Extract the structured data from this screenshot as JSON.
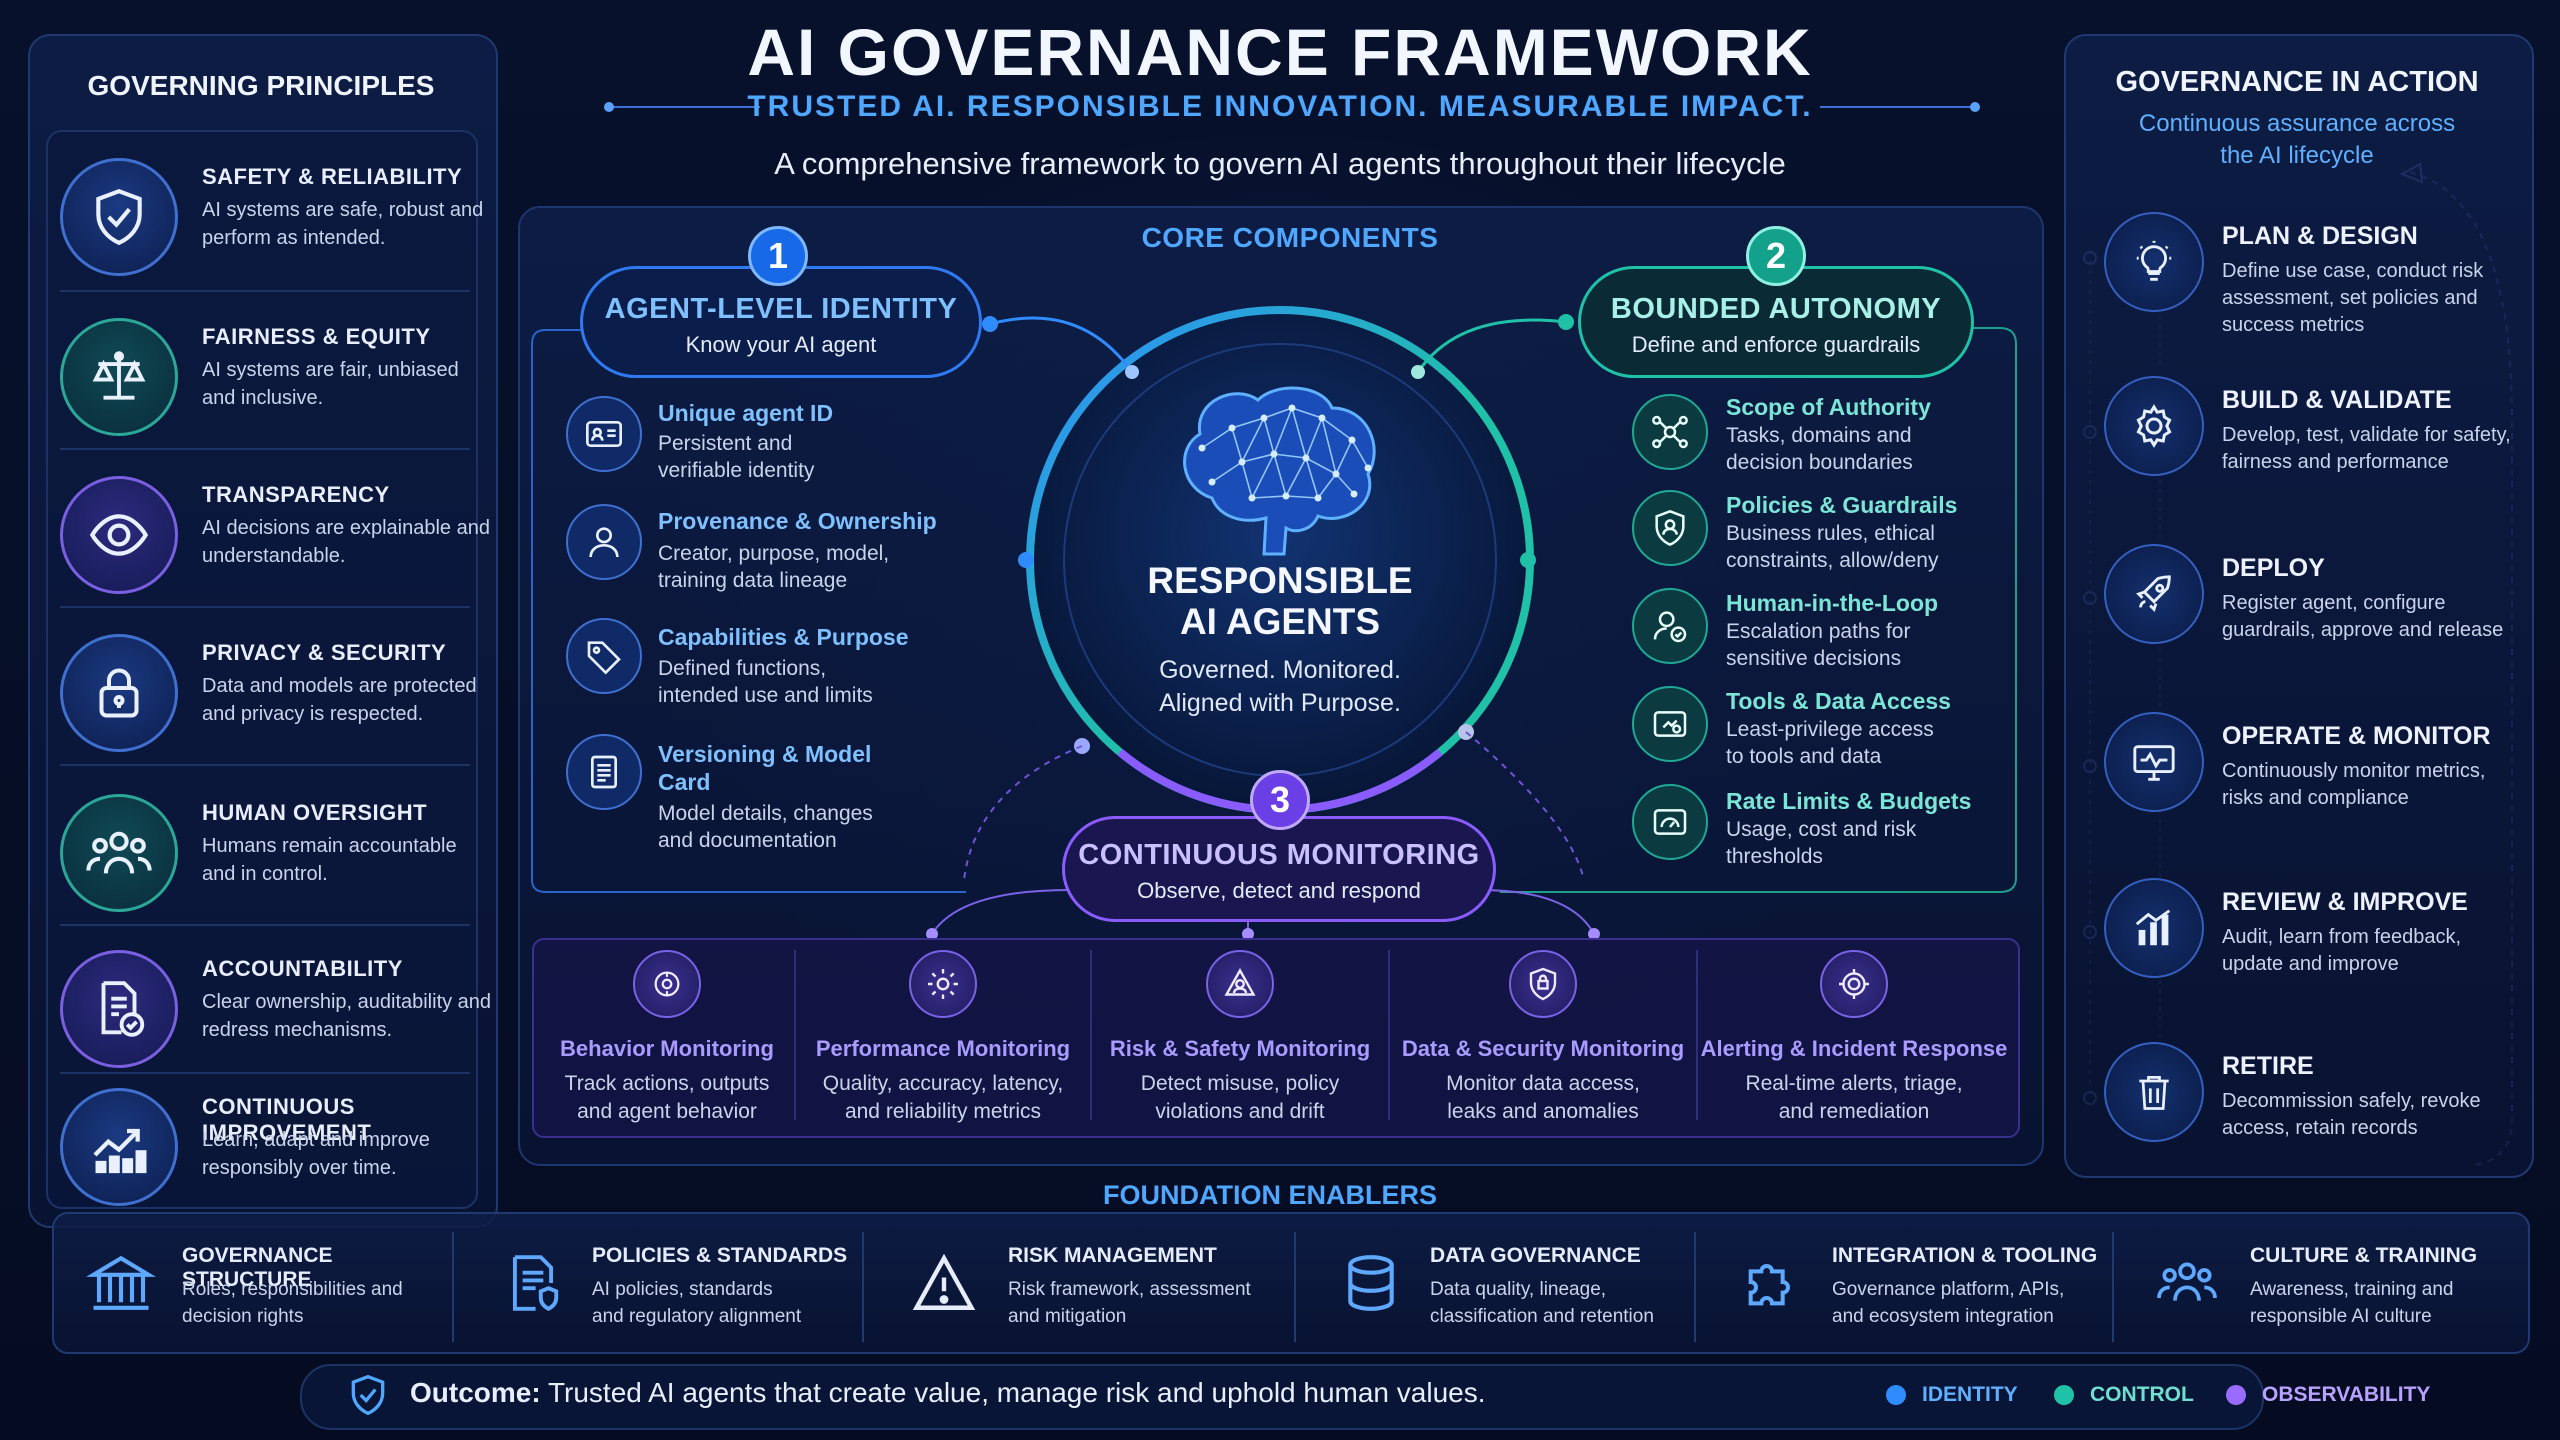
{
  "header": {
    "title": "AI GOVERNANCE FRAMEWORK",
    "tagline": "TRUSTED AI. RESPONSIBLE INNOVATION. MEASURABLE IMPACT.",
    "subtitle": "A comprehensive framework to govern AI agents throughout their lifecycle"
  },
  "principles": {
    "title": "GOVERNING PRINCIPLES",
    "items": [
      {
        "title": "SAFETY & RELIABILITY",
        "text": "AI systems are safe, robust and perform as intended.",
        "icon": "shield-check-icon"
      },
      {
        "title": "FAIRNESS & EQUITY",
        "text": "AI systems are fair, unbiased and inclusive.",
        "icon": "scales-icon"
      },
      {
        "title": "TRANSPARENCY",
        "text": "AI decisions are explainable and understandable.",
        "icon": "eye-icon"
      },
      {
        "title": "PRIVACY & SECURITY",
        "text": "Data and models are protected and privacy is respected.",
        "icon": "lock-icon"
      },
      {
        "title": "HUMAN OVERSIGHT",
        "text": "Humans remain accountable and in control.",
        "icon": "people-icon"
      },
      {
        "title": "ACCOUNTABILITY",
        "text": "Clear ownership, auditability and redress mechanisms.",
        "icon": "document-check-icon"
      },
      {
        "title": "CONTINUOUS IMPROVEMENT",
        "text": "Learn, adapt and improve responsibly over time.",
        "icon": "trend-chart-icon"
      }
    ]
  },
  "core": {
    "title": "CORE COMPONENTS",
    "center_title_1": "RESPONSIBLE",
    "center_title_2": "AI AGENTS",
    "center_sub_1": "Governed. Monitored.",
    "center_sub_2": "Aligned with Purpose.",
    "identity": {
      "number": "1",
      "title": "AGENT-LEVEL IDENTITY",
      "subtitle": "Know your AI agent",
      "items": [
        {
          "title": "Unique agent ID",
          "text_1": "Persistent and",
          "text_2": "verifiable identity",
          "icon": "id-card-icon"
        },
        {
          "title": "Provenance & Ownership",
          "text_1": "Creator, purpose, model,",
          "text_2": "training data lineage",
          "icon": "user-icon"
        },
        {
          "title": "Capabilities & Purpose",
          "text_1": "Defined functions,",
          "text_2": "intended use and limits",
          "icon": "tag-icon"
        },
        {
          "title_1": "Versioning & Model",
          "title_2": "Card",
          "text_1": "Model details, changes",
          "text_2": "and documentation",
          "icon": "document-icon"
        }
      ]
    },
    "autonomy": {
      "number": "2",
      "title": "BOUNDED AUTONOMY",
      "subtitle": "Define and enforce guardrails",
      "items": [
        {
          "title": "Scope of Authority",
          "text_1": "Tasks, domains and",
          "text_2": "decision boundaries",
          "icon": "network-icon"
        },
        {
          "title": "Policies & Guardrails",
          "text_1": "Business rules, ethical",
          "text_2": "constraints, allow/deny",
          "icon": "shield-user-icon"
        },
        {
          "title": "Human-in-the-Loop",
          "text_1": "Escalation paths for",
          "text_2": "sensitive decisions",
          "icon": "person-check-icon"
        },
        {
          "title": "Tools & Data Access",
          "text_1": "Least-privilege access",
          "text_2": "to tools and data",
          "icon": "tools-icon"
        },
        {
          "title": "Rate Limits & Budgets",
          "text_1": "Usage, cost and risk",
          "text_2": "thresholds",
          "icon": "gauge-icon"
        }
      ]
    },
    "monitoring": {
      "number": "3",
      "title": "CONTINUOUS MONITORING",
      "subtitle": "Observe, detect and respond",
      "items": [
        {
          "title": "Behavior Monitoring",
          "text_1": "Track actions, outputs",
          "text_2": "and agent behavior",
          "icon": "target-icon"
        },
        {
          "title": "Performance Monitoring",
          "text_1": "Quality, accuracy, latency,",
          "text_2": "and reliability metrics",
          "icon": "gear-check-icon"
        },
        {
          "title": "Risk & Safety Monitoring",
          "text_1": "Detect misuse, policy",
          "text_2": "violations and drift",
          "icon": "alert-icon"
        },
        {
          "title": "Data & Security Monitoring",
          "text_1": "Monitor data access,",
          "text_2": "leaks and anomalies",
          "icon": "shield-icon"
        },
        {
          "title": "Alerting & Incident Response",
          "text_1": "Real-time alerts, triage,",
          "text_2": "and remediation",
          "icon": "gear-icon"
        }
      ]
    }
  },
  "lifecycle": {
    "title": "GOVERNANCE IN ACTION",
    "subtitle_1": "Continuous assurance across",
    "subtitle_2": "the AI lifecycle",
    "steps": [
      {
        "title": "PLAN & DESIGN",
        "text": "Define use case, conduct risk assessment, set policies and success metrics",
        "icon": "lightbulb-icon"
      },
      {
        "title": "BUILD & VALIDATE",
        "text": "Develop, test, validate for safety, fairness and performance",
        "icon": "gear-icon"
      },
      {
        "title": "DEPLOY",
        "text": "Register agent, configure guardrails, approve and release",
        "icon": "rocket-icon"
      },
      {
        "title": "OPERATE & MONITOR",
        "text": "Continuously monitor metrics, risks and compliance",
        "icon": "monitor-pulse-icon"
      },
      {
        "title": "REVIEW & IMPROVE",
        "text": "Audit, learn from feedback, update and improve",
        "icon": "bar-chart-icon"
      },
      {
        "title": "RETIRE",
        "text": "Decommission safely, revoke access, retain records",
        "icon": "trash-icon"
      }
    ]
  },
  "foundation": {
    "title": "FOUNDATION ENABLERS",
    "items": [
      {
        "title": "GOVERNANCE STRUCTURE",
        "text_1": "Roles, responsibilities and",
        "text_2": "decision rights",
        "icon": "building-icon"
      },
      {
        "title": "POLICIES & STANDARDS",
        "text_1": "AI policies, standards",
        "text_2": "and regulatory alignment",
        "icon": "policy-document-icon"
      },
      {
        "title": "RISK MANAGEMENT",
        "text_1": "Risk framework, assessment",
        "text_2": "and mitigation",
        "icon": "warning-icon"
      },
      {
        "title": "DATA GOVERNANCE",
        "text_1": "Data quality, lineage,",
        "text_2": "classification and retention",
        "icon": "database-icon"
      },
      {
        "title": "INTEGRATION & TOOLING",
        "text_1": "Governance platform, APIs,",
        "text_2": "and ecosystem integration",
        "icon": "puzzle-icon"
      },
      {
        "title": "CULTURE & TRAINING",
        "text_1": "Awareness, training and",
        "text_2": "responsible AI culture",
        "icon": "people-icon"
      }
    ]
  },
  "footer": {
    "outcome_label": "Outcome:",
    "outcome_text": "Trusted AI agents that create value, manage risk and uphold human values.",
    "legend": [
      {
        "label": "IDENTITY",
        "color": "#2f8cff"
      },
      {
        "label": "CONTROL",
        "color": "#1fc1a7"
      },
      {
        "label": "OBSERVABILITY",
        "color": "#9a6bff"
      }
    ]
  },
  "colors": {
    "identity": "#2f8cff",
    "control": "#1fc1a7",
    "observability": "#9a6bff",
    "background": "#050d24"
  }
}
